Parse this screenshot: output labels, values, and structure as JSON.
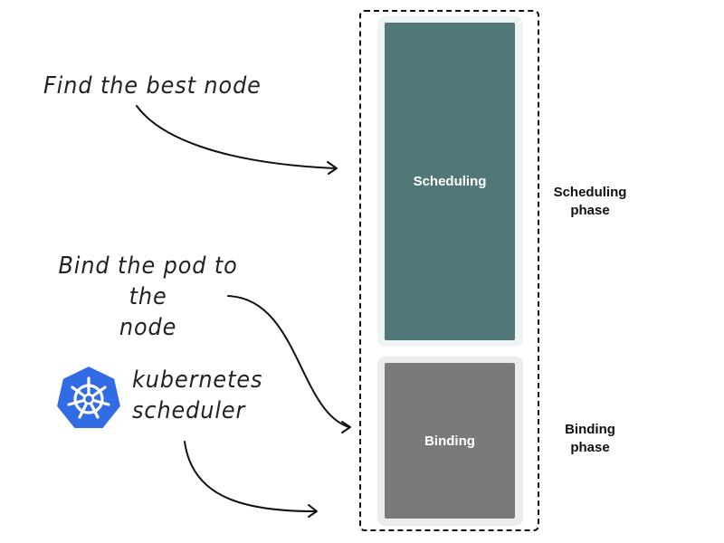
{
  "phases": {
    "scheduling": {
      "box_label": "Scheduling",
      "phase_label_line1": "Scheduling",
      "phase_label_line2": "phase",
      "color": "#517778"
    },
    "binding": {
      "box_label": "Binding",
      "phase_label_line1": "Binding",
      "phase_label_line2": "phase",
      "color": "#7a7a7a"
    }
  },
  "annotations": {
    "find_best_node": "Find the best node",
    "bind_pod_line1": "Bind the pod to the",
    "bind_pod_line2": "node",
    "scheduler_line1": "kubernetes",
    "scheduler_line2": "scheduler"
  },
  "logo": {
    "icon": "kubernetes-helm-wheel-icon",
    "color": "#326ce5"
  }
}
